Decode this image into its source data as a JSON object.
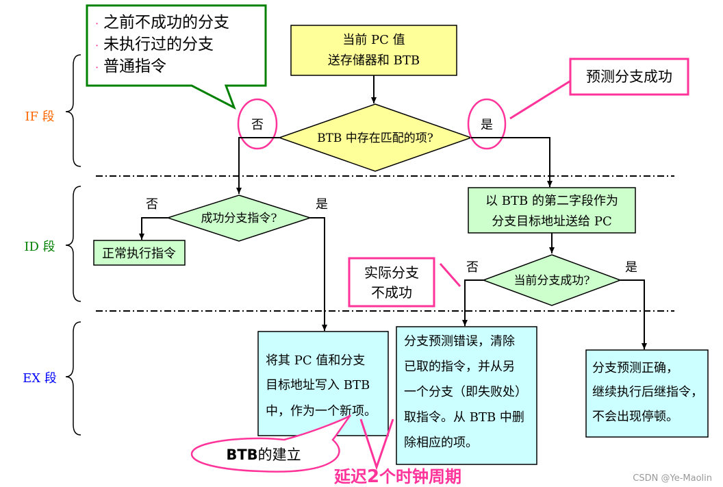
{
  "stages": {
    "if": "IF 段",
    "id": "ID 段",
    "ex": "EX 段"
  },
  "callout_top": {
    "bullet": "·",
    "items": [
      "之前不成功的分支",
      "未执行过的分支",
      "普通指令"
    ]
  },
  "start_box": {
    "line1": "当前 PC 值",
    "line2": "送存储器和 BTB"
  },
  "decision_btb": {
    "label": "BTB 中存在匹配的项?",
    "no": "否",
    "yes": "是"
  },
  "note_predict": "预测分支成功",
  "decision_success": {
    "label": "成功分支指令?",
    "no": "否",
    "yes": "是"
  },
  "box_normal": "正常执行指令",
  "box_btb_field": {
    "line1": "以 BTB 的第二字段作为",
    "line2": "分支目标地址送给 PC"
  },
  "decision_current": {
    "label": "当前分支成功?",
    "no": "否",
    "yes": "是"
  },
  "note_fail": {
    "line1": "实际分支",
    "line2": "不成功"
  },
  "box_write": {
    "lines": [
      "将其 PC 值和分支",
      "目标地址写入 BTB",
      "中，作为一个新项。"
    ]
  },
  "box_mispredict": {
    "lines": [
      "分支预测错误，清除",
      "已取的指令，并从另",
      "一个分支（即失败处）",
      "取指令。从 BTB 中删",
      "除相应的项。"
    ]
  },
  "box_correct": {
    "lines": [
      "分支预测正确，",
      "继续执行后继指令，",
      "不会出现停顿。"
    ]
  },
  "bubble_btb": {
    "bold": "BTB",
    "rest": "的建立"
  },
  "delay_label": {
    "pre": "延迟",
    "num": "2",
    "post": "个时钟周期"
  },
  "watermark": "CSDN @Ye-Maolin",
  "colors": {
    "yellow_fill": "#ffff99",
    "green_fill": "#ccffcc",
    "cyan_fill": "#ccffff",
    "magenta": "#ff3399",
    "callout_border": "#008000",
    "if_label": "#ff6600",
    "id_label": "#008000",
    "ex_label": "#0000ff"
  }
}
